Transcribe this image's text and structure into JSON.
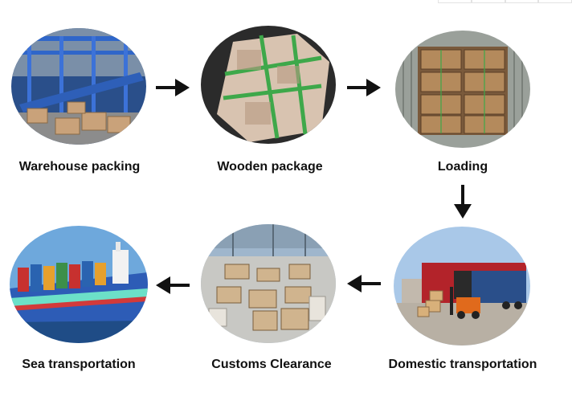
{
  "steps": [
    {
      "label": "Warehouse packing",
      "image": "warehouse-packing-photo"
    },
    {
      "label": "Wooden package",
      "image": "wooden-package-photo"
    },
    {
      "label": "Loading",
      "image": "container-loading-photo"
    },
    {
      "label": "Domestic transportation",
      "image": "truck-forklift-photo"
    },
    {
      "label": "Customs Clearance",
      "image": "customs-yard-photo"
    },
    {
      "label": "Sea transportation",
      "image": "container-ship-photo"
    }
  ],
  "arrows": [
    "right-arrow",
    "right-arrow",
    "down-arrow",
    "left-arrow",
    "left-arrow"
  ],
  "colors": {
    "arrow": "#111111",
    "label": "#111111",
    "background": "#ffffff"
  }
}
